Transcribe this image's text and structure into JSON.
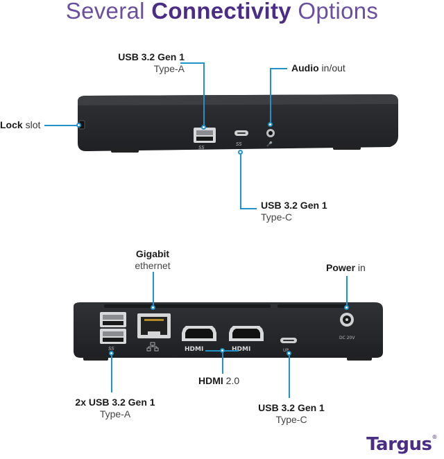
{
  "title": {
    "part1": "Several",
    "part2": "Connectivity",
    "part3": "Options"
  },
  "top_labels": {
    "usb_a": {
      "bold": "USB 3.2 Gen 1",
      "sub": "Type-A"
    },
    "audio": {
      "bold": "Audio",
      "rest": "in/out"
    },
    "lock": {
      "bold": "Lock",
      "rest": "slot"
    },
    "usb_c": {
      "bold": "USB 3.2 Gen 1",
      "sub": "Type-C"
    }
  },
  "bottom_labels": {
    "ethernet": {
      "bold": "Gigabit",
      "sub": "ethernet"
    },
    "power": {
      "bold": "Power",
      "rest": "in"
    },
    "hdmi": {
      "bold": "HDMI",
      "rest": "2.0"
    },
    "usb_a2": {
      "bold": "2x USB 3.2 Gen 1",
      "sub": "Type-A"
    },
    "usb_c2": {
      "bold": "USB 3.2 Gen 1",
      "sub": "Type-C"
    }
  },
  "port_marks": {
    "ss_top_a": "SS",
    "ss_top_c": "SS",
    "hdmi1": "HDMI",
    "hdmi2": "HDMI",
    "dc": "DC 20V",
    "ss_bottom": "SS",
    "up": "UP"
  },
  "brand": "Targus",
  "colors": {
    "accent": "#1f93c9",
    "brand": "#4b2d87",
    "device": "#2b2d30"
  }
}
